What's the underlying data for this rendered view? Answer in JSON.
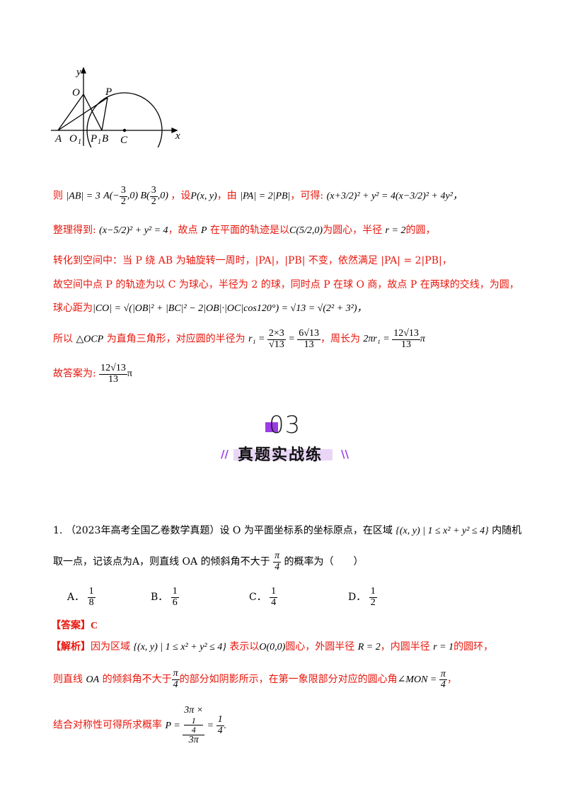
{
  "figure": {
    "labels": {
      "y": "y",
      "x": "x",
      "O": "O",
      "P": "P",
      "A": "A",
      "O1": "O",
      "O1_sub": "1",
      "P1": "P",
      "P1_sub": "1",
      "B": "B",
      "C": "C"
    }
  },
  "solution": {
    "line1": {
      "lead": "则",
      "ab": "|AB| = 3",
      "a": "A(−",
      "a_frac_n": "3",
      "a_frac_d": "2",
      "a_end": ",0)",
      "b": "B(",
      "b_frac_n": "3",
      "b_frac_d": "2",
      "b_end": ",0)",
      "set": "，设",
      "p": "P(x, y)",
      "by": "，由",
      "cond": "|PA| = 2|PB|",
      "get": "，可得:",
      "eq": "(x+3/2)² + y² = 4(x−3/2)² + 4y²，"
    },
    "line2": {
      "lead": "整理得到:",
      "eq": "(x−5/2)² + y² = 4",
      "mid": "，故点",
      "p": "P",
      "mid2": "在平面的轨迹是以",
      "c": "C(5/2,0)",
      "mid3": "为圆心，半径",
      "r": "r = 2",
      "end": "的圆，"
    },
    "line3": "转化到空间中：当 P 绕 AB 为轴旋转一周时，|PA|，|PB| 不变，依然满足 |PA| = 2|PB|，",
    "line4": "故空间中点 P 的轨迹为以 C 为球心，半径为 2 的球，同时点 P 在球 O 商，故点 P 在两球的交线，为圆，",
    "line5": {
      "lead": "球心距为",
      "eq": "|CO| = √(|OB|² + |BC|² − 2|OB|·|OC|cos120°) = √13 = √(2² + 3²)，"
    },
    "line6": {
      "lead": "所以",
      "tri": "△OCP",
      "mid": "为直角三角形，对应圆的半径为",
      "r1": "r₁ = ",
      "f1n": "2×3",
      "f1d": "√13",
      "eq": " = ",
      "f2n": "6√13",
      "f2d": "13",
      "mid2": "，周长为",
      "per": "2πr₁ = ",
      "f3n": "12√13",
      "f3d": "13",
      "pi": "π"
    },
    "line7": {
      "lead": "故答案为:",
      "fn": "12√13",
      "fd": "13",
      "pi": "π"
    }
  },
  "section": {
    "number": "03",
    "title": "真题实战练",
    "stripe_left": "//",
    "stripe_right": "\\\\"
  },
  "question": {
    "line1": {
      "num": "1.",
      "text": "（2023年高考全国乙卷数学真题）设 O 为平面坐标系的坐标原点，在区域",
      "region": "{(x, y) | 1 ≤ x² + y² ≤ 4}",
      "end": "内随机"
    },
    "line2": {
      "text": "取一点，记该点为A，则直线 OA 的倾斜角不大于",
      "fn": "π",
      "fd": "4",
      "end": "的概率为（　　）"
    },
    "options": [
      {
        "label": "A．",
        "n": "1",
        "d": "8"
      },
      {
        "label": "B．",
        "n": "1",
        "d": "6"
      },
      {
        "label": "C．",
        "n": "1",
        "d": "4"
      },
      {
        "label": "D．",
        "n": "1",
        "d": "2"
      }
    ]
  },
  "answer": {
    "tag": "【答案】",
    "value": "C"
  },
  "analysis": {
    "line1": {
      "tag": "【解析】",
      "text": "因为区域",
      "region": "{(x, y) | 1 ≤ x² + y² ≤ 4}",
      "mid": "表示以",
      "o": "O(0,0)",
      "mid2": "圆心，外圆半径",
      "R": "R = 2",
      "mid3": "，内圆半径",
      "r": "r = 1",
      "end": "的圆环，"
    },
    "line2": {
      "text": "则直线",
      "oa": "OA",
      "mid": "的倾斜角不大于",
      "fn": "π",
      "fd": "4",
      "mid2": "的部分如阴影所示，在第一象限部分对应的圆心角",
      "ang": "∠MON = ",
      "an": "π",
      "ad": "4",
      "end": "，"
    },
    "line3": {
      "text": "结合对称性可得所求概率",
      "p": "P = ",
      "pn": "3π × ",
      "pnn": "1",
      "pnd": "4",
      "pd": "3π",
      "eq": " = ",
      "rn": "1",
      "rd": "4",
      "end": "."
    }
  }
}
